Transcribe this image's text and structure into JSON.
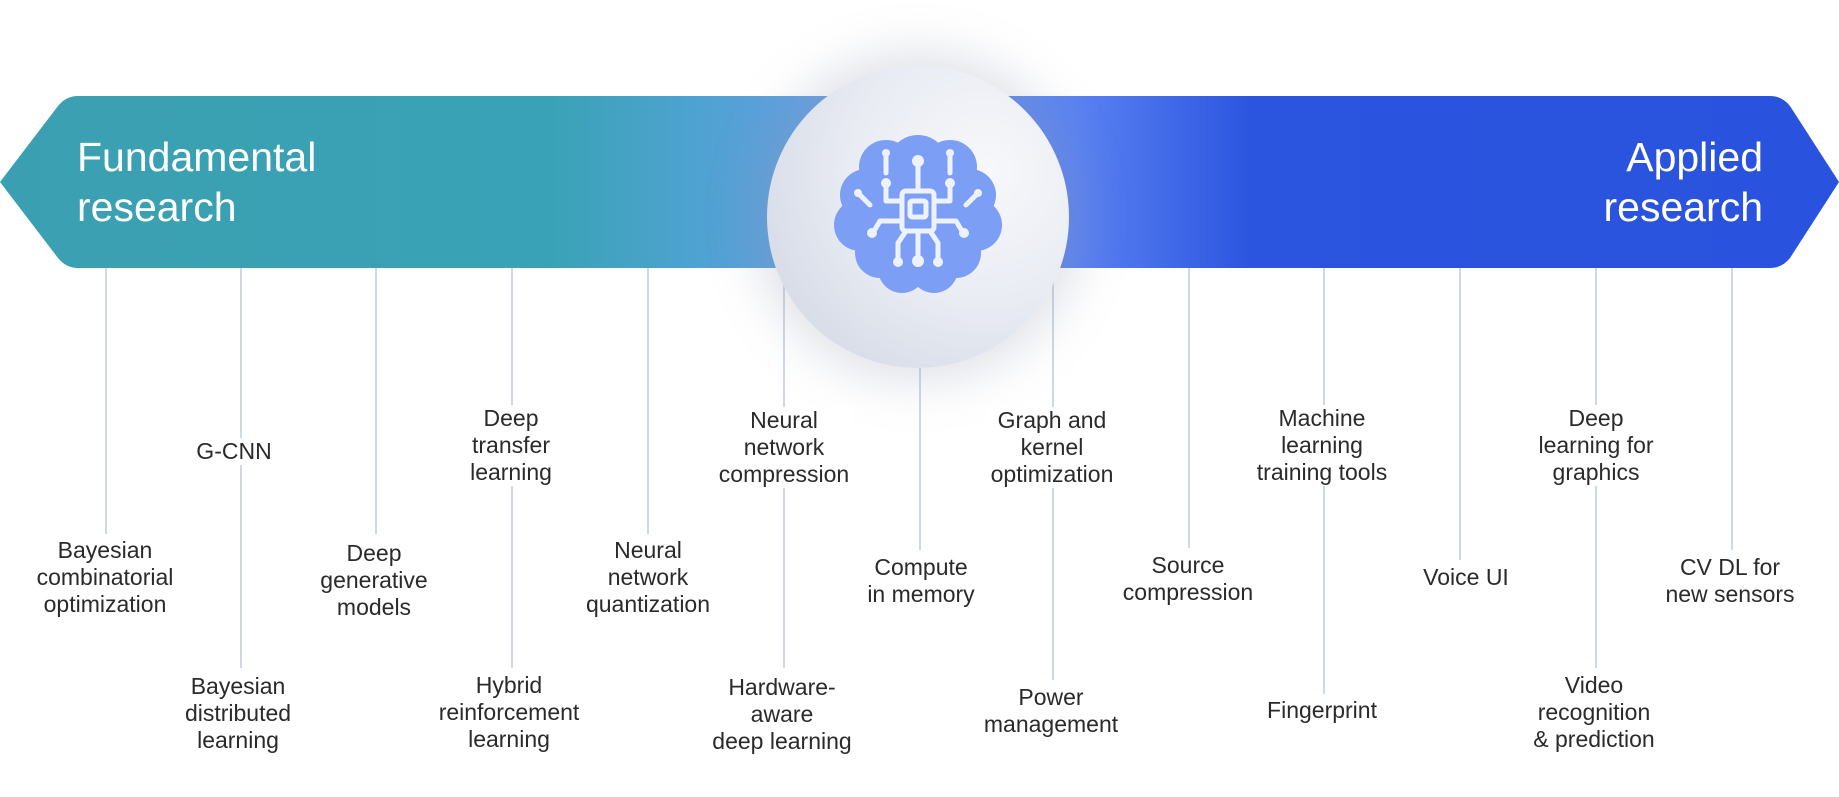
{
  "banner": {
    "left_title": [
      "Fundamental",
      "research"
    ],
    "right_title": [
      "Applied",
      "research"
    ],
    "colors": {
      "teal": "#399fb2",
      "mid_blue": "#6a9ee6",
      "bright_blue": "#5a82f2",
      "royal_blue": "#2952de",
      "icon_blue": "#7c9ff5",
      "icon_line": "#eef2fe",
      "line": "#cfd8e5",
      "text": "#2a2a2a"
    }
  },
  "center_icon": "brain-circuit-icon",
  "topics": [
    {
      "id": "bayesian-combinatorial-optimization",
      "lines": [
        "Bayesian",
        "combinatorial",
        "optimization"
      ]
    },
    {
      "id": "g-cnn",
      "lines": [
        "G-CNN"
      ]
    },
    {
      "id": "bayesian-distributed-learning",
      "lines": [
        "Bayesian",
        "distributed",
        "learning"
      ]
    },
    {
      "id": "deep-generative-models",
      "lines": [
        "Deep",
        "generative",
        "models"
      ]
    },
    {
      "id": "deep-transfer-learning",
      "lines": [
        "Deep",
        "transfer",
        "learning"
      ]
    },
    {
      "id": "hybrid-reinforcement-learning",
      "lines": [
        "Hybrid",
        "reinforcement",
        "learning"
      ]
    },
    {
      "id": "neural-network-quantization",
      "lines": [
        "Neural",
        "network",
        "quantization"
      ]
    },
    {
      "id": "neural-network-compression",
      "lines": [
        "Neural",
        "network",
        "compression"
      ]
    },
    {
      "id": "hardware-aware-deep-learning",
      "lines": [
        "Hardware-",
        "aware",
        "deep learning"
      ]
    },
    {
      "id": "compute-in-memory",
      "lines": [
        "Compute",
        "in memory"
      ]
    },
    {
      "id": "graph-and-kernel-optimization",
      "lines": [
        "Graph and",
        "kernel",
        "optimization"
      ]
    },
    {
      "id": "power-management",
      "lines": [
        "Power",
        "management"
      ]
    },
    {
      "id": "source-compression",
      "lines": [
        "Source",
        "compression"
      ]
    },
    {
      "id": "machine-learning-training-tools",
      "lines": [
        "Machine",
        "learning",
        "training tools"
      ]
    },
    {
      "id": "fingerprint",
      "lines": [
        "Fingerprint"
      ]
    },
    {
      "id": "voice-ui",
      "lines": [
        "Voice UI"
      ]
    },
    {
      "id": "deep-learning-for-graphics",
      "lines": [
        "Deep",
        "learning for",
        "graphics"
      ]
    },
    {
      "id": "video-recognition-prediction",
      "lines": [
        "Video",
        "recognition",
        "& prediction"
      ]
    },
    {
      "id": "cv-dl-for-new-sensors",
      "lines": [
        "CV DL for",
        "new sensors"
      ]
    }
  ]
}
